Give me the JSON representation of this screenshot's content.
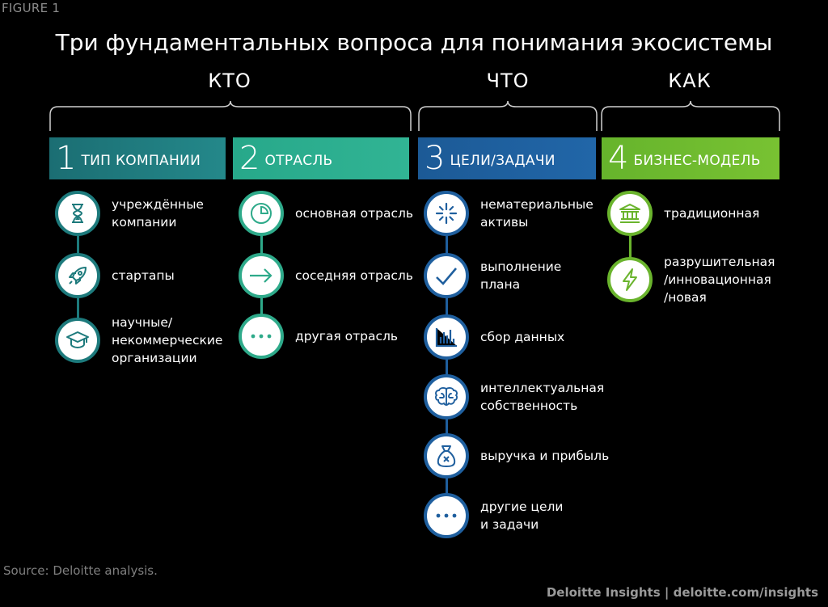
{
  "figure_label": "FIGURE 1",
  "title": "Три фундаментальных вопроса для понимания экосистемы",
  "groups": [
    {
      "label": "КТО"
    },
    {
      "label": "ЧТО"
    },
    {
      "label": "КАК"
    }
  ],
  "columns": [
    {
      "number": "1",
      "label": "ТИП КОМПАНИИ",
      "color": "#1d7a7c",
      "items": [
        {
          "text": "учреждённые\nкомпании",
          "icon": "hourglass-icon"
        },
        {
          "text": "стартапы",
          "icon": "rocket-icon"
        },
        {
          "text": "научные/\nнекоммерческие\nорганизации",
          "icon": "graduation-cap-icon"
        }
      ]
    },
    {
      "number": "2",
      "label": "ОТРАСЛЬ",
      "color": "#2eaa8a",
      "items": [
        {
          "text": "основная отрасль",
          "icon": "pie-chart-icon"
        },
        {
          "text": "соседняя отрасль",
          "icon": "arrow-right-icon"
        },
        {
          "text": "другая отрасль",
          "icon": "ellipsis-icon"
        }
      ]
    },
    {
      "number": "3",
      "label": "ЦЕЛИ/ЗАДАЧИ",
      "color": "#1f5f9e",
      "items": [
        {
          "text": "нематериальные\nактивы",
          "icon": "sparkle-icon"
        },
        {
          "text": "выполнение\nплана",
          "icon": "checkmark-icon"
        },
        {
          "text": "сбор данных",
          "icon": "bar-chart-icon"
        },
        {
          "text": "интеллектуальная\nсобственность",
          "icon": "brain-icon"
        },
        {
          "text": "выручка и прибыль",
          "icon": "money-bag-icon"
        },
        {
          "text": "другие цели\nи задачи",
          "icon": "ellipsis-icon"
        }
      ]
    },
    {
      "number": "4",
      "label": "БИЗНЕС-МОДЕЛЬ",
      "color": "#6ab42d",
      "items": [
        {
          "text": "традиционная",
          "icon": "bank-icon"
        },
        {
          "text": "разрушительная\n/инновационная\n/новая",
          "icon": "lightning-icon"
        }
      ]
    }
  ],
  "source": "Source: Deloitte analysis.",
  "credit": "Deloitte Insights | deloitte.com/insights"
}
